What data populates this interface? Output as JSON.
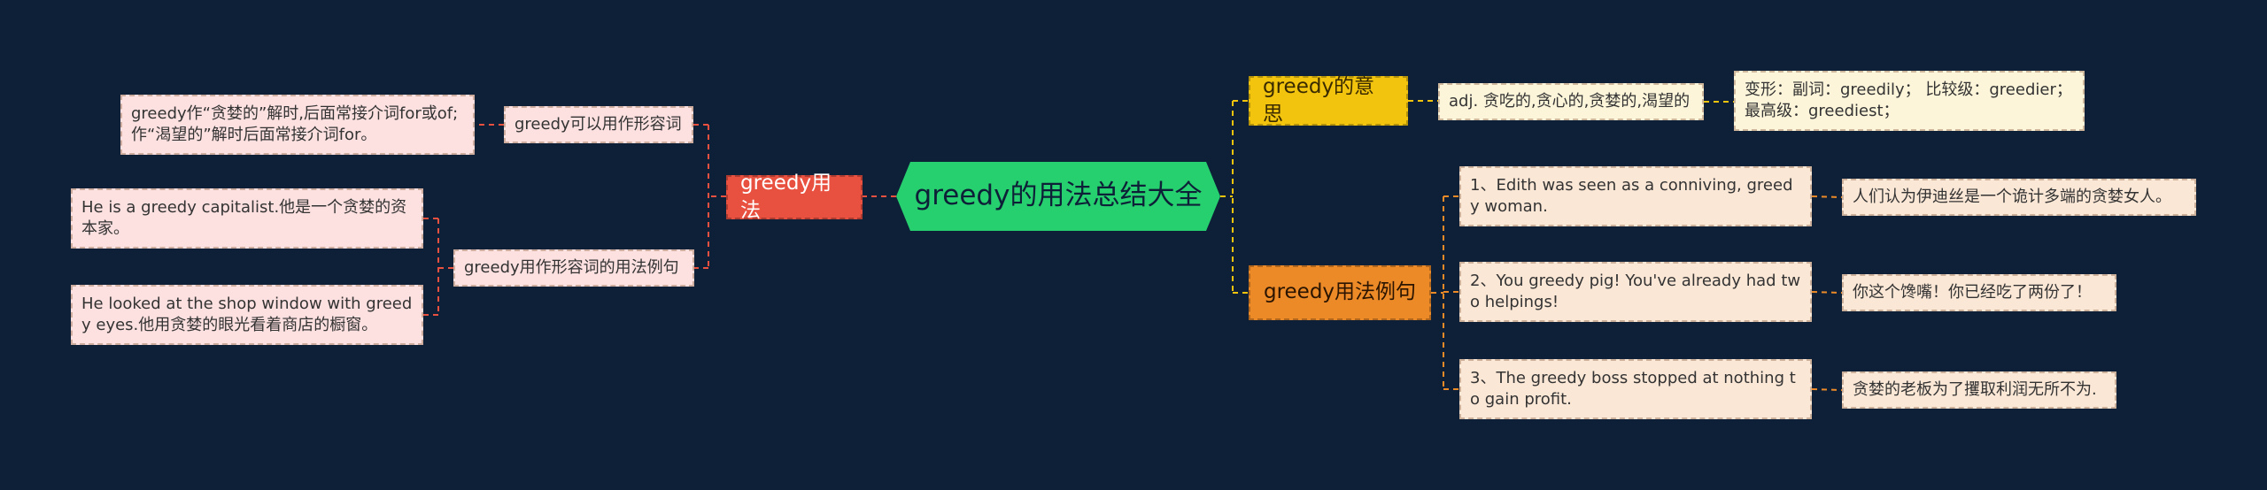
{
  "title": "greedy的用法总结大全",
  "branches": {
    "usage": {
      "label": "greedy用法",
      "adj_usage": {
        "label": "greedy可以用作形容词",
        "note": "greedy作“贪婪的”解时,后面常接介词for或of; 作“渴望的”解时后面常接介词for。"
      },
      "adj_examples": {
        "label": "greedy用作形容词的用法例句",
        "example1": "He is a greedy capitalist.他是一个贪婪的资本家。",
        "example2": "He looked at the shop window with greedy eyes.他用贪婪的眼光看着商店的橱窗。"
      }
    },
    "meaning": {
      "label": "greedy的意思",
      "definition": "adj. 贪吃的,贪心的,贪婪的,渴望的",
      "forms": "变形：副词：greedily；  比较级：greedier；  最高级：greediest；"
    },
    "examples": {
      "label": "greedy用法例句",
      "items": [
        {
          "en": "1、Edith was seen as a conniving, greedy woman.",
          "zh": "人们认为伊迪丝是一个诡计多端的贪婪女人。"
        },
        {
          "en": "2、You greedy pig! You've already had two helpings!",
          "zh": "你这个馋嘴！你已经吃了两份了！"
        },
        {
          "en": "3、The greedy boss stopped at nothing to gain profit.",
          "zh": "贪婪的老板为了攫取利润无所不为."
        }
      ]
    }
  },
  "colors": {
    "background": "#0d2038",
    "root": "#27d06e",
    "usage_branch": "#e8503f",
    "meaning_branch": "#f2c40d",
    "examples_branch": "#ed8a28",
    "usage_leaf": "#fde0e0",
    "meaning_leaf": "#fdf5da",
    "examples_leaf": "#fbe7d6"
  }
}
